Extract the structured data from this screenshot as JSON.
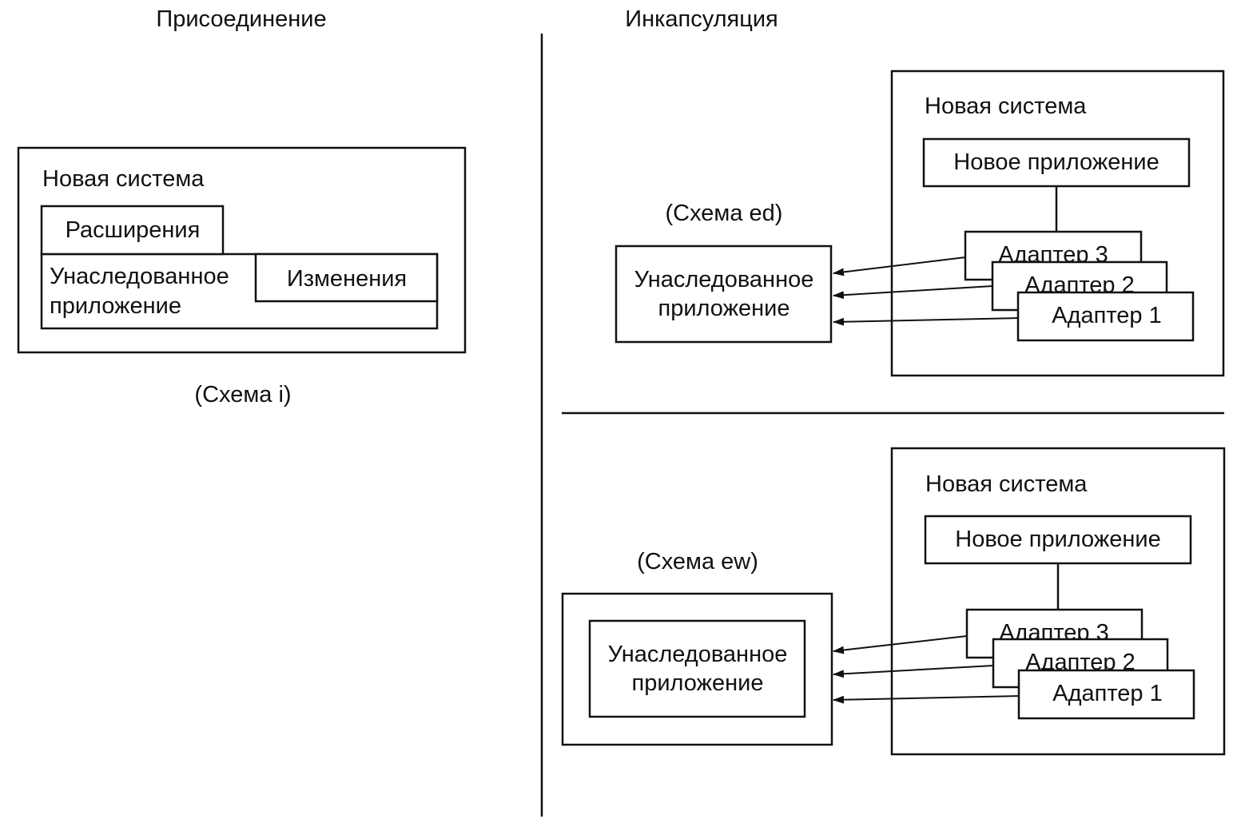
{
  "headings": {
    "attach": "Присоединение",
    "encapsulation": "Инкапсуляция"
  },
  "scheme_i": {
    "caption": "(Схема i)",
    "system": "Новая система",
    "extensions": "Расширения",
    "legacy_line1": "Унаследованное",
    "legacy_line2": "приложение",
    "changes": "Изменения"
  },
  "scheme_ed": {
    "caption": "(Схема ed)",
    "legacy_line1": "Унаследованное",
    "legacy_line2": "приложение",
    "system": "Новая система",
    "new_app": "Новое приложение",
    "adapters": [
      "Адаптер 3",
      "Адаптер 2",
      "Адаптер 1"
    ]
  },
  "scheme_ew": {
    "caption": "(Схема ew)",
    "legacy_line1": "Унаследованное",
    "legacy_line2": "приложение",
    "system": "Новая система",
    "new_app": "Новое приложение",
    "adapters": [
      "Адаптер 3",
      "Адаптер 2",
      "Адаптер 1"
    ]
  },
  "colors": {
    "ink": "#111111",
    "background": "#ffffff"
  }
}
